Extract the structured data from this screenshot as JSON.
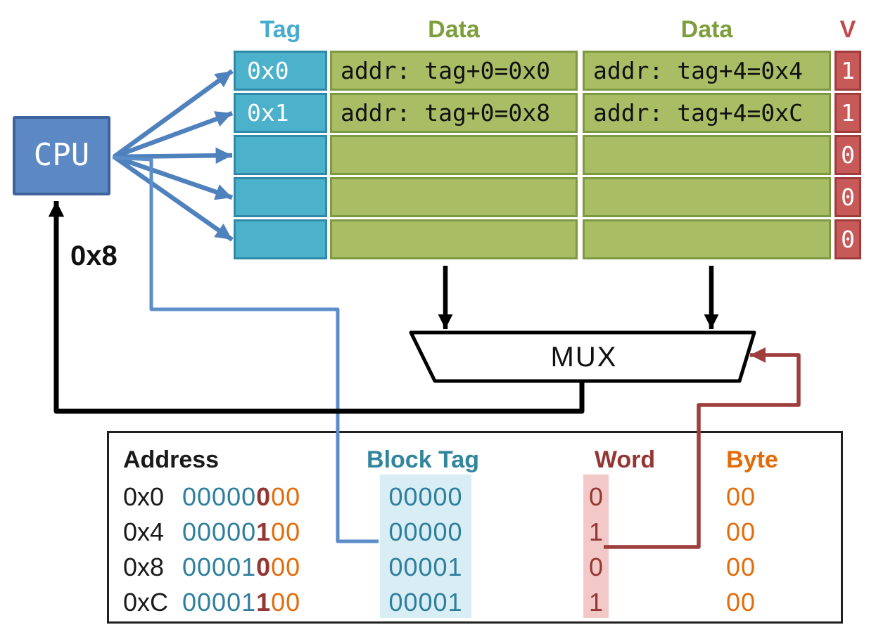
{
  "cpu": {
    "label": "CPU",
    "request_label": "0x8"
  },
  "cache_table": {
    "headers": {
      "tag": "Tag",
      "data1": "Data",
      "data2": "Data",
      "valid": "V"
    },
    "rows": [
      {
        "tag": "0x0",
        "data1": "addr: tag+0=0x0",
        "data2": "addr: tag+4=0x4",
        "valid": "1"
      },
      {
        "tag": "0x1",
        "data1": "addr: tag+0=0x8",
        "data2": "addr: tag+4=0xC",
        "valid": "1"
      },
      {
        "tag": "",
        "data1": "",
        "data2": "",
        "valid": "0"
      },
      {
        "tag": "",
        "data1": "",
        "data2": "",
        "valid": "0"
      },
      {
        "tag": "",
        "data1": "",
        "data2": "",
        "valid": "0"
      }
    ]
  },
  "mux": {
    "label": "MUX"
  },
  "address_table": {
    "headers": {
      "address": "Address",
      "block_tag": "Block Tag",
      "word": "Word",
      "byte": "Byte"
    },
    "rows": [
      {
        "hex": "0x0",
        "bin_tag": "00000",
        "bin_word": "0",
        "bin_byte": "00",
        "block_tag": "00000",
        "word": "0",
        "byte": "00"
      },
      {
        "hex": "0x4",
        "bin_tag": "00000",
        "bin_word": "1",
        "bin_byte": "00",
        "block_tag": "00000",
        "word": "1",
        "byte": "00"
      },
      {
        "hex": "0x8",
        "bin_tag": "00001",
        "bin_word": "0",
        "bin_byte": "00",
        "block_tag": "00001",
        "word": "0",
        "byte": "00"
      },
      {
        "hex": "0xC",
        "bin_tag": "00001",
        "bin_word": "1",
        "bin_byte": "00",
        "block_tag": "00001",
        "word": "1",
        "byte": "00"
      }
    ]
  },
  "colors": {
    "cpu_fill": "#5c88c3",
    "tag_fill": "#4cb2cc",
    "data_fill": "#a9bd65",
    "valid_fill": "#c75a59",
    "arrow_blue": "#4f81bd",
    "wire_blue": "#5b8dc9",
    "wire_red": "#9e3f3d",
    "teal_text": "#2e7f9d",
    "darkred_text": "#943634",
    "orange_text": "#e36c0a",
    "highlight_blue": "#d9edf5",
    "highlight_pink": "#f2c9c7"
  }
}
